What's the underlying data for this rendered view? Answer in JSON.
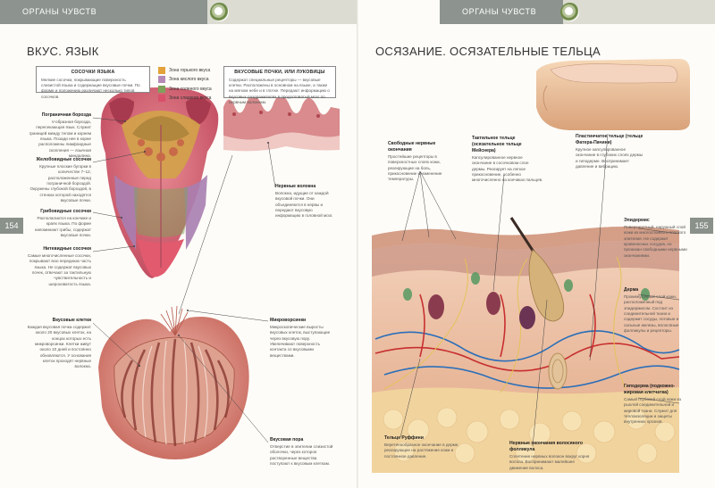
{
  "header": {
    "left_label": "ОРГАНЫ ЧУВСТВ",
    "right_label": "ОРГАНЫ ЧУВСТВ"
  },
  "left": {
    "section_title": "ВКУС. ЯЗЫК",
    "page_number": "154",
    "tongue_box": {
      "title": "СОСОЧКИ ЯЗЫКА",
      "text": "Мелкие сосочки, покрывающие поверхность слизистой языка и содержащие вкусовые почки. По форме и положению различают несколько типов сосочков."
    },
    "legend": [
      {
        "label": "Зона горького вкуса",
        "color": "#e3a23a"
      },
      {
        "label": "Зона кислого вкуса",
        "color": "#b58ab7"
      },
      {
        "label": "Зона соленого вкуса",
        "color": "#7fa15a"
      },
      {
        "label": "Зона сладкого вкуса",
        "color": "#d9506a"
      }
    ],
    "buds_box": {
      "title": "ВКУСОВЫЕ ПОЧКИ, ИЛИ ЛУКОВИЦЫ",
      "text": "Содержат специальные рецепторы — вкусовые клетки. Расположены в основном на языке, а также на мягком небе и в глотке. Передают информацию о вкусовых раздражителях в продолговатый мозг по нервным волокнам."
    },
    "labels": [
      {
        "title": "Пограничная борозда",
        "text": "V-образная борозда, пересекающая язык. Служит границей между телом и корнем языка. Позади нее в корне расположены лимфоидные скопления — язычная миндалина."
      },
      {
        "title": "Желобовидные сосочки",
        "text": "Крупные плоские бугорки в количестве 7–12, расположенные перед пограничной бороздой. Окружены глубокой бороздой, в стенках которой находятся вкусовые почки."
      },
      {
        "title": "Грибовидные сосочки",
        "text": "Располагаются на кончике и краях языка. По форме напоминают грибы, содержат вкусовые почки."
      },
      {
        "title": "Нитевидные сосочки",
        "text": "Самые многочисленные сосочки, покрывают всю переднюю часть языка. Не содержат вкусовых почек, отвечают за тактильную чувствительность и шероховатость языка."
      },
      {
        "title": "Вкусовые клетки",
        "text": "Каждая вкусовая почка содержит около 20 вкусовых клеток, на концах которых есть микроворсинки. Клетки живут около 10 дней и постоянно обновляются. У основания клеток проходят нервные волокна."
      },
      {
        "title": "Нервные волокна",
        "text": "Волокна, идущие от каждой вкусовой почки. Они объединяются в нервы и передают вкусовую информацию в головной мозг."
      },
      {
        "title": "Микроворсинки",
        "text": "Микроскопические выросты вкусовых клеток, выступающие через вкусовую пору. Увеличивают поверхность контакта со вкусовыми веществами."
      },
      {
        "title": "Вкусовая пора",
        "text": "Отверстие в эпителии слизистой оболочки, через которое растворенные вещества поступают к вкусовым клеткам."
      }
    ]
  },
  "right": {
    "section_title": "ОСЯЗАНИЕ. ОСЯЗАТЕЛЬНЫЕ ТЕЛЬЦА",
    "page_number": "155",
    "labels": [
      {
        "title": "Свободные нервные окончания",
        "text": "Простейшие рецепторы в поверхностных слоях кожи, реагирующие на боль, прикосновение и изменение температуры."
      },
      {
        "title": "Тактильное тельце (осязательное тельце Мейснера)",
        "text": "Капсулированное нервное окончание в сосочковом слое дермы. Реагирует на легкое прикосновение, особенно многочисленно на кончиках пальцев."
      },
      {
        "title": "Пластинчатое тельце (тельце Фатера-Пачини)",
        "text": "Крупное капсулированное окончание в глубоких слоях дермы и гиподерме. Воспринимает давление и вибрацию."
      },
      {
        "title": "Эпидермис",
        "text": "Поверхностный, наружный слой кожи из многослойного плоского эпителия. Не содержит кровеносных сосудов, но пронизан свободными нервными окончаниями."
      },
      {
        "title": "Дерма",
        "text": "Промежуточный слой кожи, расположенный под эпидермисом. Состоит из соединительной ткани и содержит сосуды, потовые и сальные железы, волосяные фолликулы и рецепторы."
      },
      {
        "title": "Гиподерма (подкожно-жировая клетчатка)",
        "text": "Самый глубокий слой кожи из рыхлой соединительной и жировой ткани. Служит для теплоизоляции и защиты внутренних органов."
      },
      {
        "title": "Тельце Руффини",
        "text": "Веретенообразное окончание в дерме, реагирующее на растяжение кожи и постоянное давление."
      },
      {
        "title": "Нервные окончания волосяного фолликула",
        "text": "Сплетение нервных волокон вокруг корня волоса. Воспринимают малейшее движение волоса."
      }
    ]
  }
}
